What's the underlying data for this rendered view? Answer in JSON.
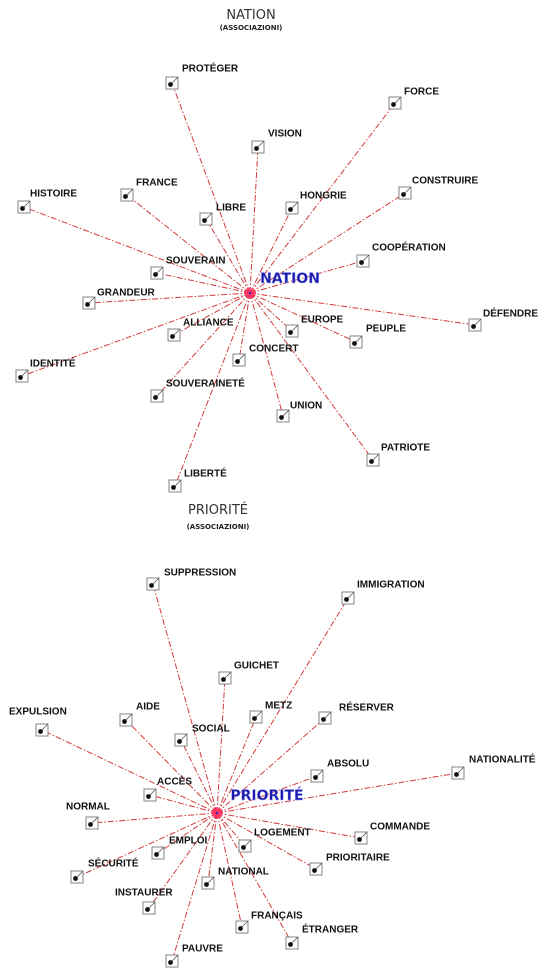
{
  "graphs": [
    {
      "title": "NATION",
      "subtitle": "(ASSOCIAZIONI)",
      "center_label": "NATION",
      "colors": {
        "edge": "#d23a3a",
        "center_text": "#1a1aa8",
        "center_burst": "#ff3366"
      },
      "nodes": [
        {
          "label": "PROTÉGER"
        },
        {
          "label": "FORCE"
        },
        {
          "label": "VISION"
        },
        {
          "label": "HISTOIRE"
        },
        {
          "label": "FRANCE"
        },
        {
          "label": "CONSTRUIRE"
        },
        {
          "label": "HONGRIE"
        },
        {
          "label": "LIBRE"
        },
        {
          "label": "COOPÉRATION"
        },
        {
          "label": "SOUVERAIN"
        },
        {
          "label": "GRANDEUR"
        },
        {
          "label": "DÉFENDRE"
        },
        {
          "label": "ALLIANCE"
        },
        {
          "label": "EUROPE"
        },
        {
          "label": "PEUPLE"
        },
        {
          "label": "IDENTITÉ"
        },
        {
          "label": "CONCERT"
        },
        {
          "label": "SOUVERAINETÉ"
        },
        {
          "label": "UNION"
        },
        {
          "label": "PATRIOTE"
        },
        {
          "label": "LIBERTÉ"
        }
      ]
    },
    {
      "title": "PRIORITÉ",
      "subtitle": "(ASSOCIAZIONI)",
      "center_label": "PRIORITÉ",
      "colors": {
        "edge": "#d23a3a",
        "center_text": "#1a1aa8",
        "center_burst": "#ff3366"
      },
      "nodes": [
        {
          "label": "SUPPRESSION"
        },
        {
          "label": "IMMIGRATION"
        },
        {
          "label": "GUICHET"
        },
        {
          "label": "EXPULSION"
        },
        {
          "label": "AIDE"
        },
        {
          "label": "METZ"
        },
        {
          "label": "RÉSERVER"
        },
        {
          "label": "SOCIAL"
        },
        {
          "label": "ABSOLU"
        },
        {
          "label": "NATIONALITÉ"
        },
        {
          "label": "ACCÈS"
        },
        {
          "label": "NORMAL"
        },
        {
          "label": "COMMANDE"
        },
        {
          "label": "LOGEMENT"
        },
        {
          "label": "EMPLOI"
        },
        {
          "label": "PRIORITAIRE"
        },
        {
          "label": "SÉCURITÉ"
        },
        {
          "label": "NATIONAL"
        },
        {
          "label": "INSTAURER"
        },
        {
          "label": "FRANÇAIS"
        },
        {
          "label": "ÉTRANGER"
        },
        {
          "label": "PAUVRE"
        }
      ]
    }
  ]
}
